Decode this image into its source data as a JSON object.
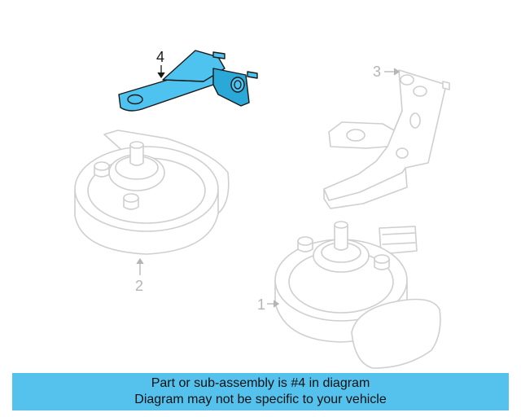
{
  "diagram": {
    "callouts": {
      "part_1": "1",
      "part_2": "2",
      "part_3": "3",
      "part_4": "4"
    },
    "highlighted_part": "4",
    "colors": {
      "highlight": "#4fc3f0",
      "ghost_outline": "#cfcfcf",
      "banner": "#55c2ee"
    }
  },
  "banner": {
    "line1": "Part or sub-assembly is #4 in diagram",
    "line2": "Diagram may not be specific to your vehicle"
  }
}
